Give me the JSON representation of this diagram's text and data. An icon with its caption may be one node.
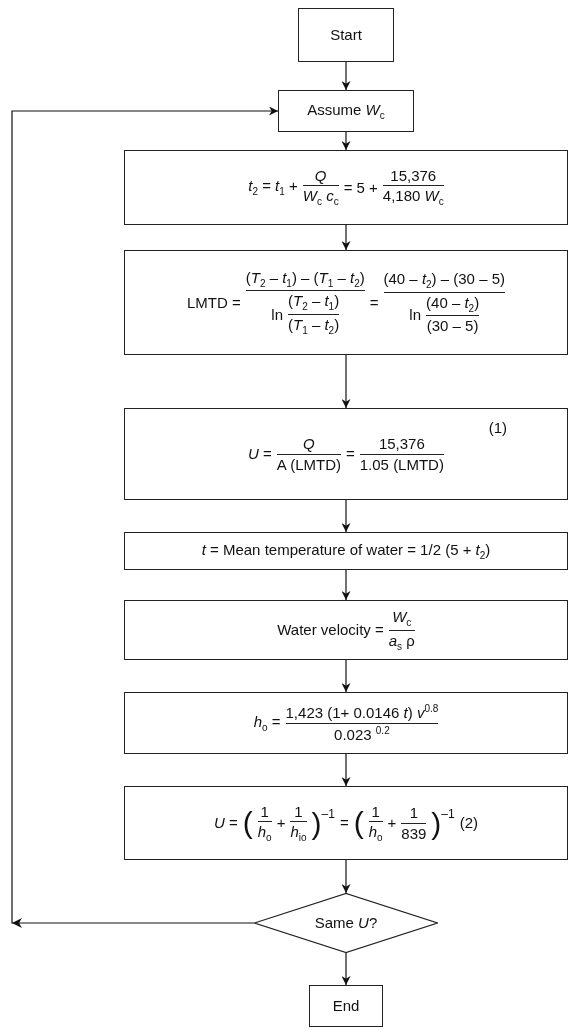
{
  "diagram": {
    "nodes": [
      {
        "text": [
          "Start"
        ]
      },
      {
        "text": [
          "Assume *W*$_{c}$"
        ]
      },
      {
        "text": [
          "*t*$_{2}$ = *t*$_{1}$ +",
          "*Q*",
          "*W*$_{c}$ *c*$_{c}$",
          "= 5 +",
          "15,376",
          "4,180 *W*$_{c}$"
        ]
      },
      {
        "text": [
          "LMTD =",
          "(*T*$_{2}$ – *t*$_{1}$) – (*T*$_{1}$ – *t*$_{2}$)",
          "ln",
          "(*T*$_{2}$ – *t*$_{1}$)",
          "(*T*$_{1}$ – *t*$_{2}$)",
          "=",
          "(40 – *t*$_{2}$) – (30 – 5)",
          "ln",
          "(40 – *t*$_{2}$)",
          "(30 – 5)"
        ]
      },
      {
        "text": [
          "*U* =",
          "*Q*",
          "A (LMTD)",
          "=",
          "15,376",
          "1.05 (LMTD)",
          "(1)"
        ]
      },
      {
        "text": [
          "*t* = Mean temperature of water = 1/2 (5 + *t*$_{2}$)"
        ]
      },
      {
        "text": [
          "Water velocity =",
          "*W*$_{c}$",
          "*a*$_{s}$ ρ"
        ]
      },
      {
        "text": [
          "*h*$_{o}$ =",
          "1,423 (1+ 0.0146 *t*) *v*$^{0.8}$",
          "0.023 $^{0.2}$"
        ]
      },
      {
        "text": [
          "*U* =",
          "(",
          "1",
          "*h*$_{o}$",
          "+",
          "1",
          "*h*$_{io}$",
          ")$^{–1}$",
          "=",
          "(",
          "1",
          "*h*$_{o}$",
          "+",
          "1",
          "839",
          ")$^{–1}$",
          "(2)"
        ]
      },
      {
        "text": [
          "Same *U*?"
        ]
      },
      {
        "text": [
          "End"
        ]
      }
    ],
    "edges": [
      {
        "from": 0,
        "to": 1,
        "arrow": "to"
      },
      {
        "from": 1,
        "to": 2,
        "arrow": "to"
      },
      {
        "from": 2,
        "to": 3,
        "arrow": "to"
      },
      {
        "from": 3,
        "to": 4,
        "arrow": "to"
      },
      {
        "from": 4,
        "to": 5,
        "arrow": "to"
      },
      {
        "from": 5,
        "to": 6,
        "arrow": "to"
      },
      {
        "from": 6,
        "to": 7,
        "arrow": "to"
      },
      {
        "from": 7,
        "to": 8,
        "arrow": "to"
      },
      {
        "from": 8,
        "to": 9,
        "arrow": "to"
      },
      {
        "from": 9,
        "to": 10,
        "arrow": "to"
      },
      {
        "from": 9,
        "to": 1,
        "arrow": "to"
      }
    ]
  }
}
